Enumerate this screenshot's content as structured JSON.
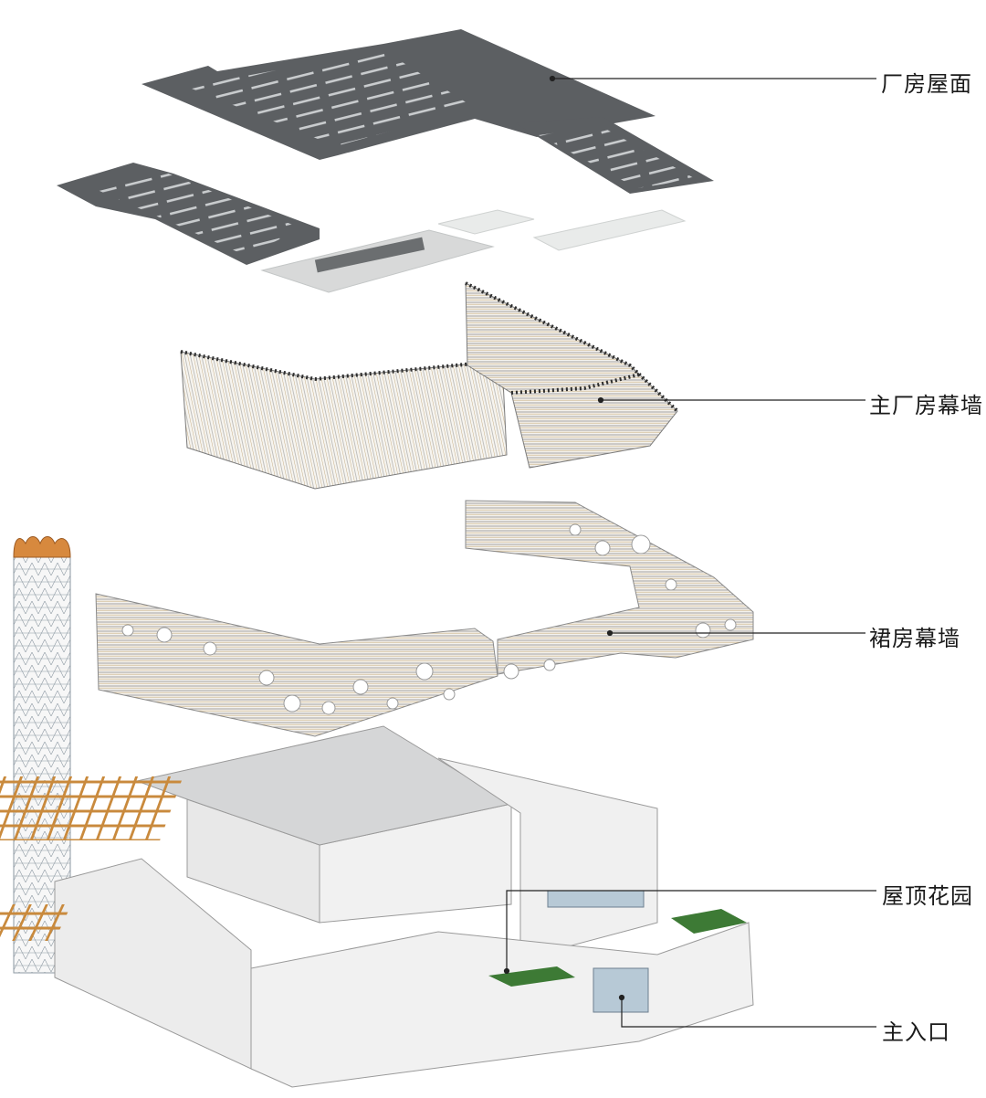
{
  "labels": {
    "roof": "厂房屋面",
    "main_curtain_wall": "主厂房幕墙",
    "podium_curtain_wall": "裙房幕墙",
    "roof_garden": "屋顶花园",
    "main_entrance": "主入口"
  },
  "colors": {
    "roof_dark": "#5c5f62",
    "roof_slat": "#c9ccce",
    "skylight": "#e9ebea",
    "fin_light": "#efefef",
    "fin_gold": "#c9a46a",
    "fin_dark": "#3f3f3f",
    "wall_white": "#f1f1f1",
    "wall_shadow": "#d5d6d7",
    "timber": "#c98a3d",
    "garden": "#3d7a35",
    "glass": "#b7c9d6",
    "chimney_tip": "#d7893e",
    "leader": "#222222"
  }
}
